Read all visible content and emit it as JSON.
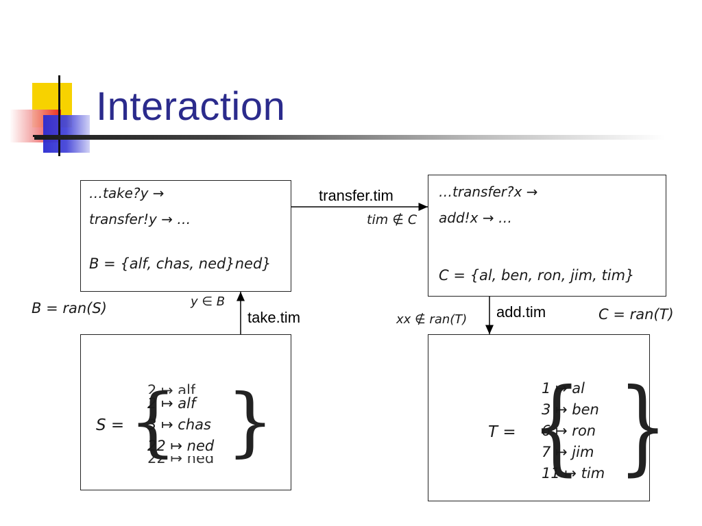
{
  "title": "Interaction",
  "box_b": {
    "line1": "…take?y →",
    "line2": "transfer!y → …",
    "line3": "B = {alf, chas, ned}ned}"
  },
  "box_c": {
    "line1": "…transfer?x →",
    "line2": "add!x → …",
    "line3": "C = {al, ben, ron, jim, tim}"
  },
  "box_s": {
    "lhs": "S =",
    "rows": [
      "2 ↦ alf",
      "3 ↦ chas",
      "22 ↦ ned"
    ],
    "ghost_top": "2 ↦ alf",
    "ghost_bottom": "22 ↦ ned"
  },
  "box_t": {
    "lhs": "T =",
    "rows": [
      "1 ↦ al",
      "3 ↦ ben",
      "6 ↦ ron",
      "7 ↦ jim",
      "11 ↦ tim"
    ]
  },
  "labels": {
    "transfer": "transfer.tim",
    "transfer_cond": "tim ∉ C",
    "take": "take.tim",
    "take_cond": "y ∈ B",
    "add": "add.tim",
    "add_cond": "xx ∉ ran(T)",
    "b_eq": "B = ran(S)",
    "c_eq": "C = ran(T)"
  }
}
